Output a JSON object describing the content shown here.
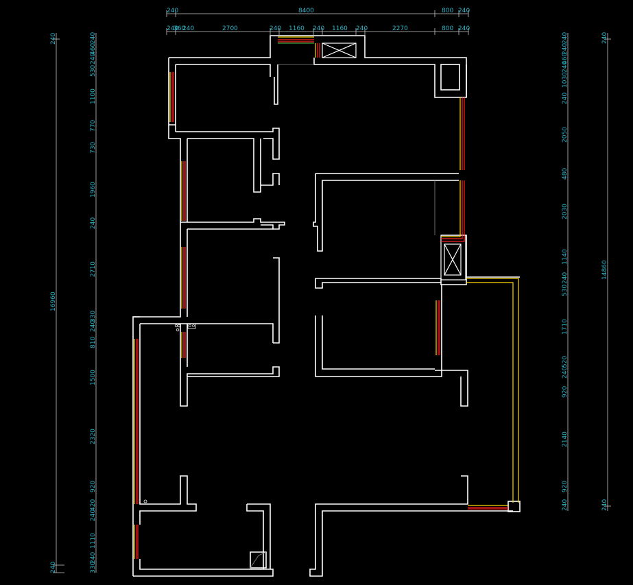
{
  "top_dims": {
    "row1": [
      "240",
      "8400",
      "800",
      "240"
    ],
    "row2": [
      "240",
      "360",
      "240",
      "2700",
      "240",
      "1160",
      "240",
      "1160",
      "240",
      "2270",
      "800",
      "240"
    ]
  },
  "left_dims": {
    "total": "16960",
    "segments": [
      "240",
      "240",
      "460",
      "240",
      "530",
      "1100",
      "770",
      "730",
      "1960",
      "240",
      "2710",
      "330",
      "240",
      "810",
      "1500",
      "2320",
      "920",
      "420",
      "240",
      "1110",
      "240",
      "330"
    ],
    "bottom_total": "240"
  },
  "right_dims": {
    "total": "14860",
    "segments": [
      "240",
      "240",
      "460",
      "240",
      "1030",
      "240",
      "2050",
      "480",
      "2030",
      "1140",
      "240",
      "530",
      "1710",
      "240",
      "520",
      "920",
      "2140",
      "920",
      "240"
    ],
    "top_total": "240",
    "bottom_total": "240"
  },
  "colors": {
    "background": "#000000",
    "wall": "#ffffff",
    "dimension_text": "#2fb5c8",
    "window_outer": "#ffd800",
    "window_inner": "#ff2020",
    "window_frame": "#39d353"
  }
}
